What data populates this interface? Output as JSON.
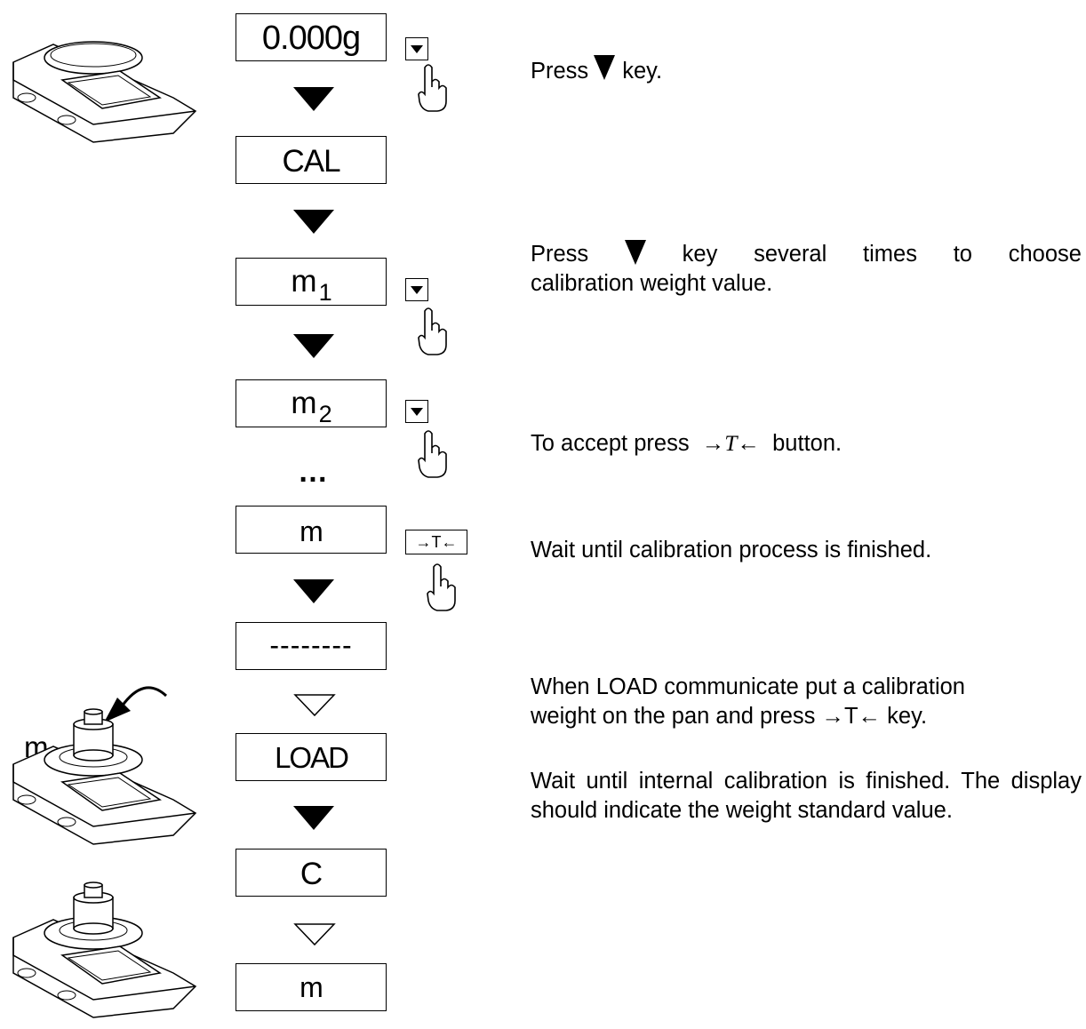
{
  "displays": [
    {
      "text": "0.000g"
    },
    {
      "text": "CAL"
    },
    {
      "text": "m",
      "sub": "1"
    },
    {
      "text": "m",
      "sub": "2"
    },
    {
      "text": "m"
    },
    {
      "text": "--------"
    },
    {
      "text": "LOAD"
    },
    {
      "text": "C"
    },
    {
      "text": "m"
    }
  ],
  "ellipsis": "…",
  "tare_button_label": "→T←",
  "weight_label": "m",
  "instructions": {
    "i1_pre": "Press",
    "i1_post": "key.",
    "i2_words": [
      "Press",
      "key",
      "several",
      "times",
      "to",
      "choose"
    ],
    "i2_line2": "calibration weight value.",
    "i3_pre": "To accept press",
    "i3_sym": "→T←",
    "i3_post": "button.",
    "i4": "Wait until calibration process is finished.",
    "i5_line1": "When LOAD communicate put a calibration",
    "i5_line2_pre": "weight on the pan and press",
    "i5_sym": "→T←",
    "i5_line2_post": "key.",
    "i6": "Wait until internal calibration is finished. The display should indicate the weight standard value."
  }
}
